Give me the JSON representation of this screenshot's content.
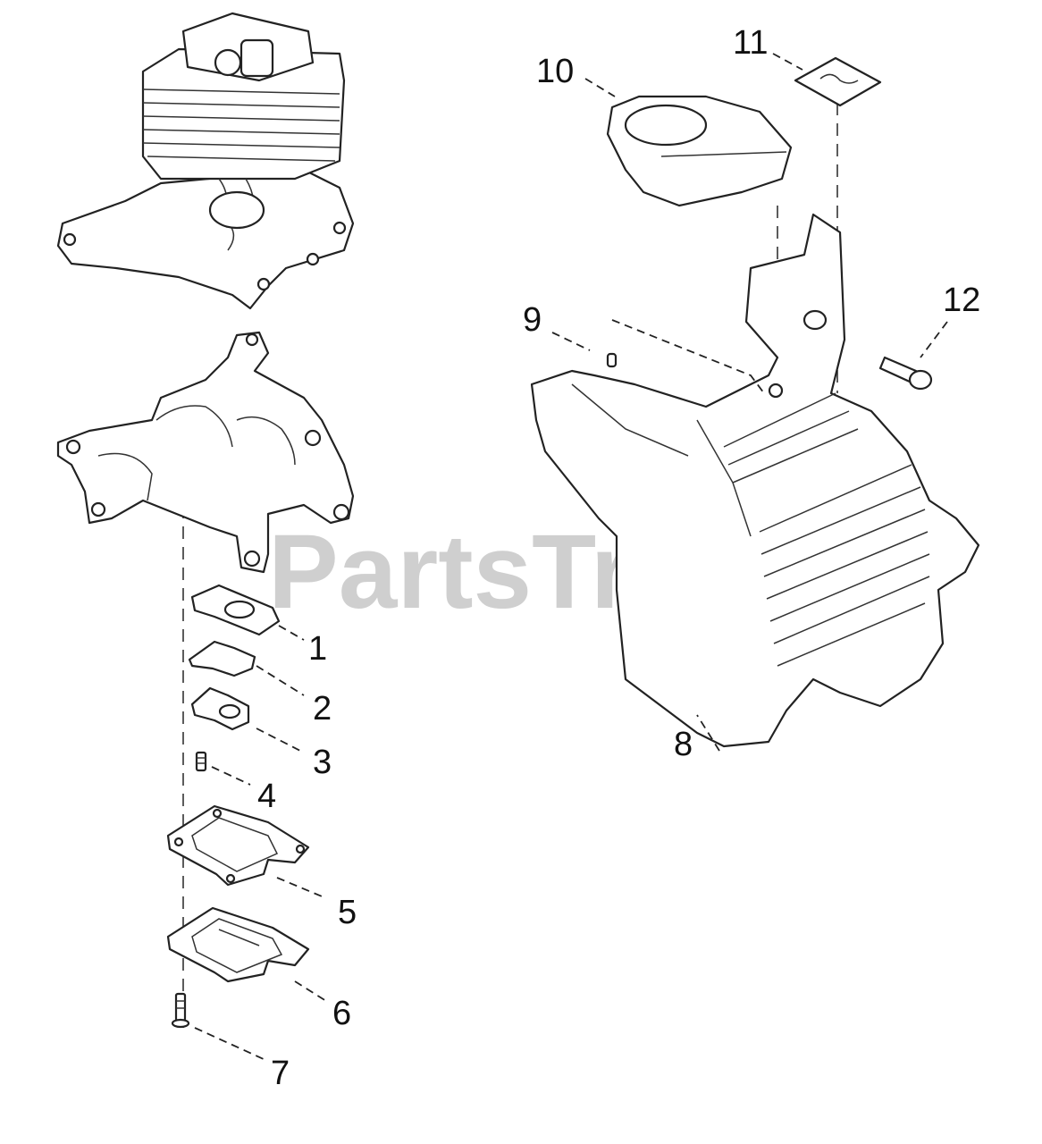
{
  "watermark": "PartsTree",
  "callouts": [
    {
      "id": "1",
      "label": "1"
    },
    {
      "id": "2",
      "label": "2"
    },
    {
      "id": "3",
      "label": "3"
    },
    {
      "id": "4",
      "label": "4"
    },
    {
      "id": "5",
      "label": "5"
    },
    {
      "id": "6",
      "label": "6"
    },
    {
      "id": "7",
      "label": "7"
    },
    {
      "id": "8",
      "label": "8"
    },
    {
      "id": "9",
      "label": "9"
    },
    {
      "id": "10",
      "label": "10"
    },
    {
      "id": "11",
      "label": "11"
    },
    {
      "id": "12",
      "label": "12"
    }
  ]
}
